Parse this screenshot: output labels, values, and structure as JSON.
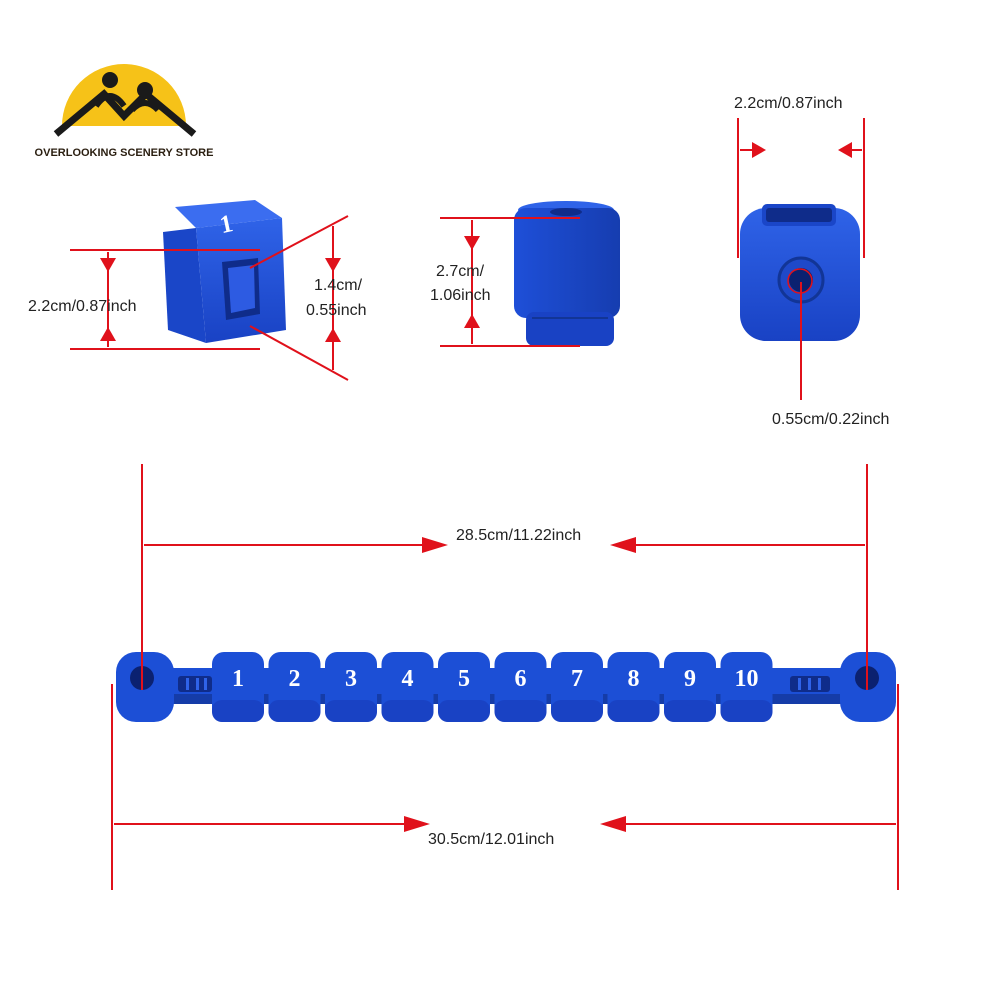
{
  "store": {
    "name": "OVERLOOKING SCENERY STORE",
    "colors": {
      "sun": "#f6c218",
      "figures": "#1a1a1a"
    }
  },
  "colors": {
    "product": "#1c4fd6",
    "product_dark": "#143aa8",
    "dimension_line": "#e0111b",
    "label": "#222222"
  },
  "views": {
    "cube_front": {
      "face_number": "1",
      "height_label": "2.2cm/0.87inch",
      "window_label_line1": "1.4cm/",
      "window_label_line2": "0.55inch"
    },
    "cube_side": {
      "height_label_line1": "2.7cm/",
      "height_label_line2": "1.06inch"
    },
    "cube_bottom": {
      "width_label": "2.2cm/0.87inch",
      "hole_label": "0.55cm/0.22inch"
    }
  },
  "counter_bar": {
    "numbers": [
      "1",
      "2",
      "3",
      "4",
      "5",
      "6",
      "7",
      "8",
      "9",
      "10"
    ],
    "hole_spacing_label": "28.5cm/11.22inch",
    "overall_length_label": "30.5cm/12.01inch"
  }
}
